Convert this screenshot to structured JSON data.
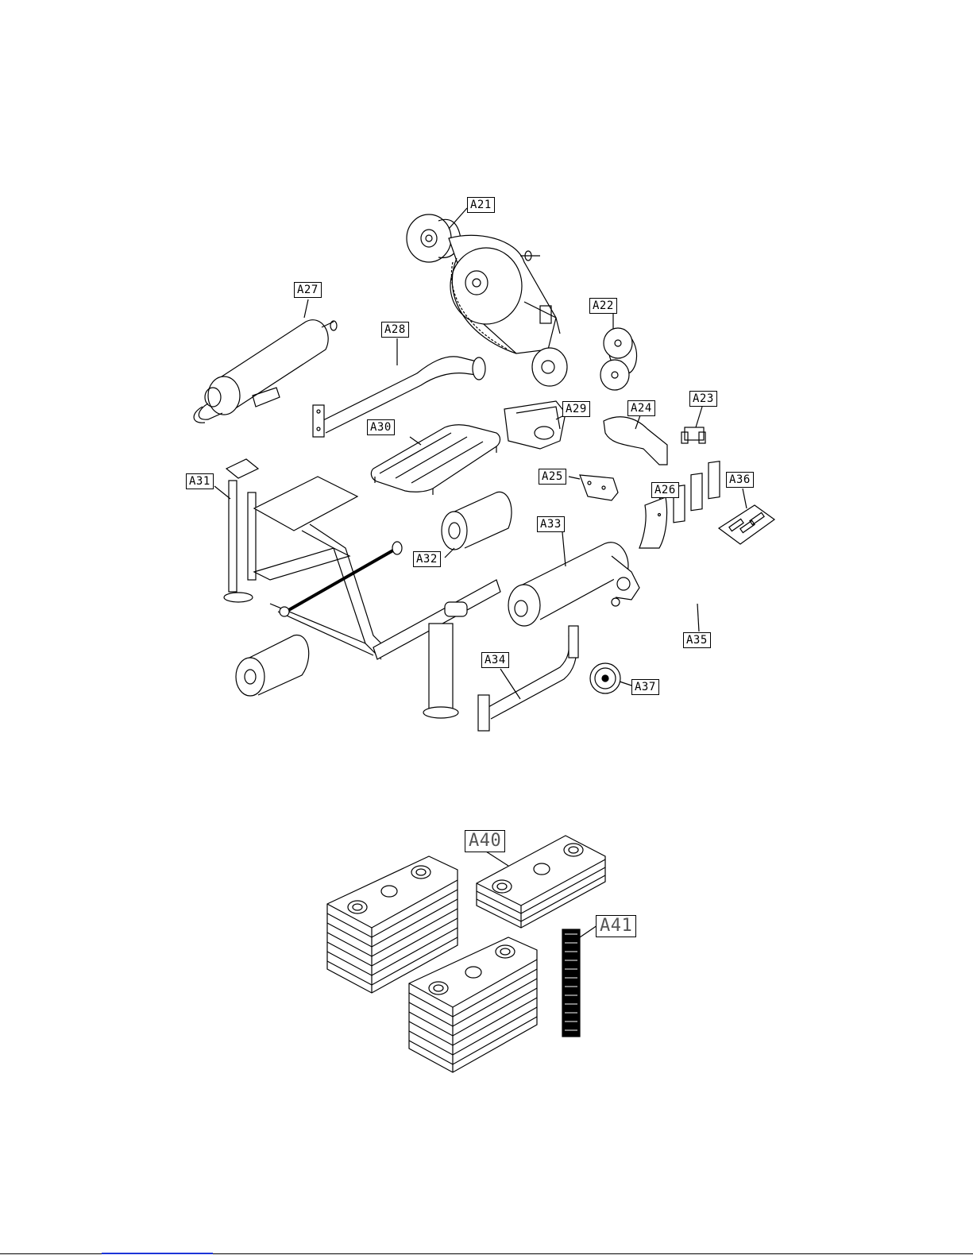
{
  "labels": {
    "a21": "A21",
    "a22": "A22",
    "a23": "A23",
    "a24": "A24",
    "a25": "A25",
    "a26": "A26",
    "a27": "A27",
    "a28": "A28",
    "a29": "A29",
    "a30": "A30",
    "a31": "A31",
    "a32": "A32",
    "a33": "A33",
    "a34": "A34",
    "a35": "A35",
    "a36": "A36",
    "a37": "A37",
    "a40": "A40",
    "a41": "A41"
  },
  "colors": {
    "line": "#000000",
    "background": "#ffffff",
    "footer_link": "#1d35d8"
  }
}
